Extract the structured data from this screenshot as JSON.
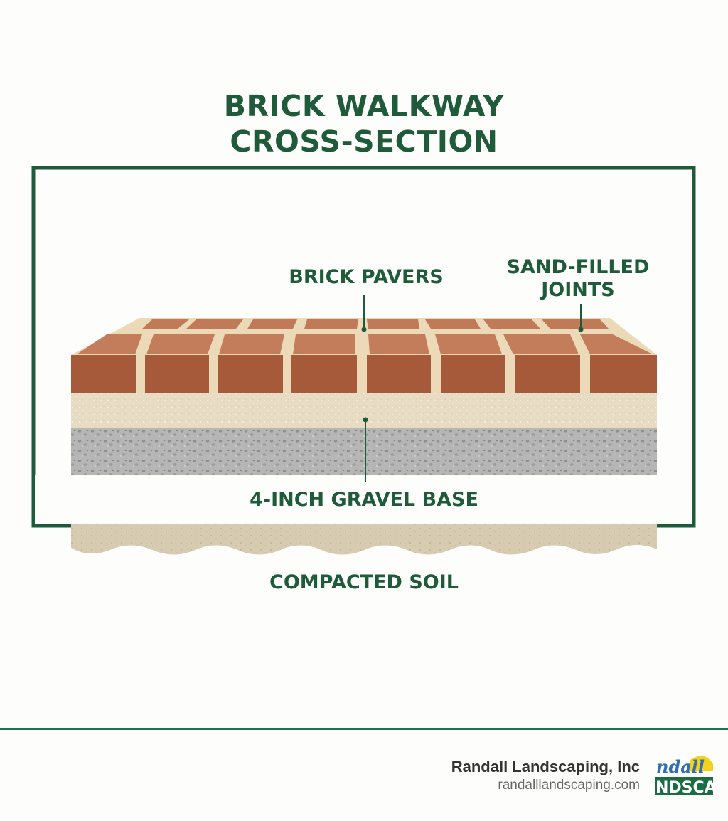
{
  "title": {
    "line1": "BRICK WALKWAY",
    "line2": "CROSS-SECTION"
  },
  "labels": {
    "brick_pavers": "BRICK PAVERS",
    "sand_filled_joints_line1": "SAND-FILLED",
    "sand_filled_joints_line2": "JOINTS",
    "gravel_base": "4-INCH GRAVEL BASE",
    "compacted_soil": "COMPACTED SOIL"
  },
  "footer": {
    "company": "Randall Landscaping, Inc",
    "url": "randalllandscaping.com",
    "logo_text_top": "ndall",
    "logo_text_bottom": "NDSCAP"
  },
  "colors": {
    "accent_green": "#1f5b3a",
    "brick_face": "#a85b3a",
    "brick_top": "#c07a57",
    "joint_sand": "#ecd9b8",
    "bedding_sand": "#e7dcc3",
    "gravel": "#b4b4b4",
    "soil": "#d8ccb4"
  }
}
